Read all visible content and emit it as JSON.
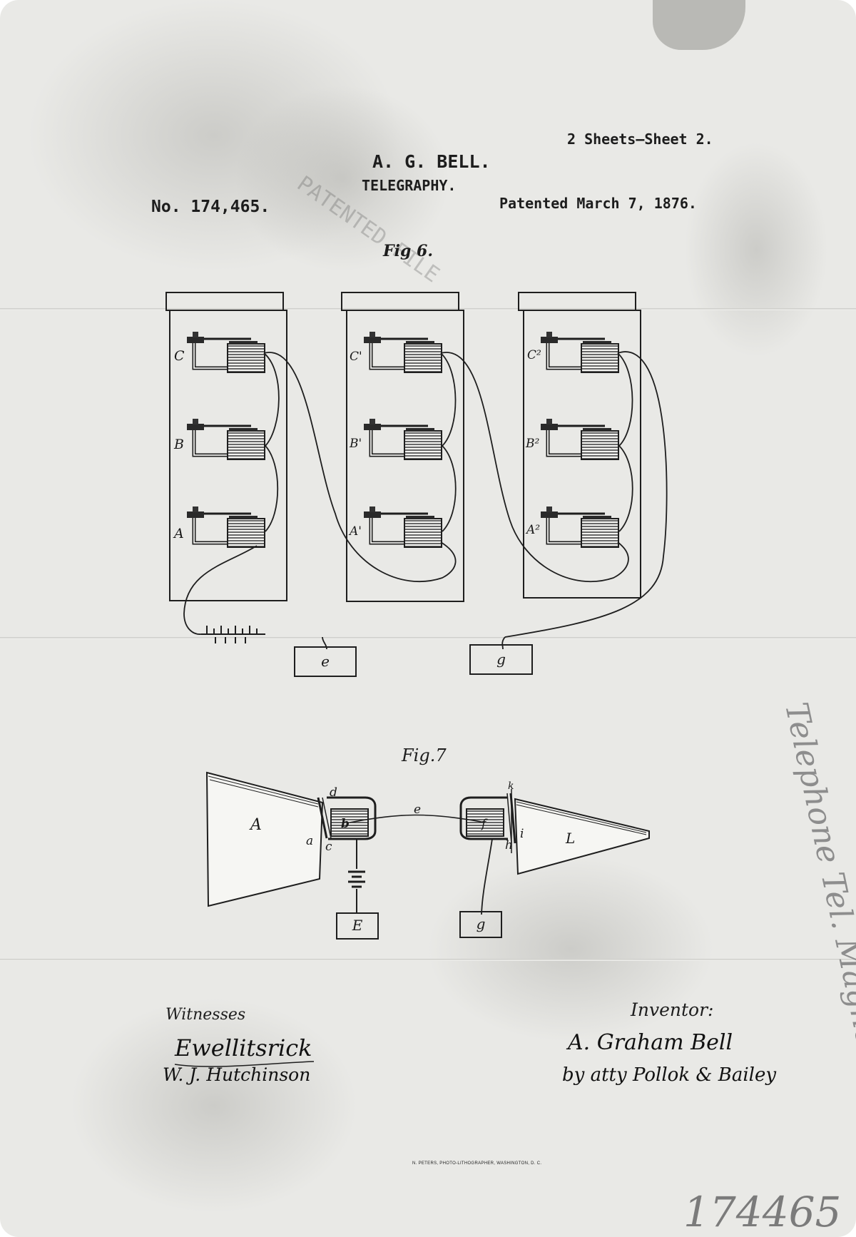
{
  "header": {
    "sheets": "2 Sheets—Sheet 2.",
    "inventor_name": "A. G. BELL.",
    "subject": "TELEGRAPHY.",
    "patent_number": "No. 174,465.",
    "patented_date": "Patented March 7, 1876.",
    "stamp": "PATENTED FILE"
  },
  "fig6": {
    "title": "Fig 6.",
    "panels": [
      {
        "labels": [
          "C",
          "B",
          "A"
        ]
      },
      {
        "labels": [
          "C'",
          "B'",
          "A'"
        ]
      },
      {
        "labels": [
          "C²",
          "B²",
          "A²"
        ]
      }
    ],
    "boxes": [
      "e",
      "g"
    ]
  },
  "fig7": {
    "title": "Fig.7",
    "labels": {
      "A": "A",
      "L": "L",
      "d": "d",
      "e": "e",
      "a": "a",
      "c": "c",
      "b": "b",
      "f": "f",
      "h": "h",
      "i": "i",
      "k": "k"
    },
    "boxes": [
      "E",
      "g"
    ]
  },
  "footer": {
    "witnesses_label": "Witnesses",
    "witness_1": "Ewellitsrick",
    "witness_2": "W. J. Hutchinson",
    "inventor_label": "Inventor:",
    "inventor_signature": "A. Graham Bell",
    "attorney_signature": "by atty Pollok & Bailey",
    "lithographer": "N. PETERS, PHOTO-LITHOGRAPHER, WASHINGTON, D. C.",
    "margin_note": "Telephone Tel. Magneto",
    "handwritten_number": "174465"
  }
}
